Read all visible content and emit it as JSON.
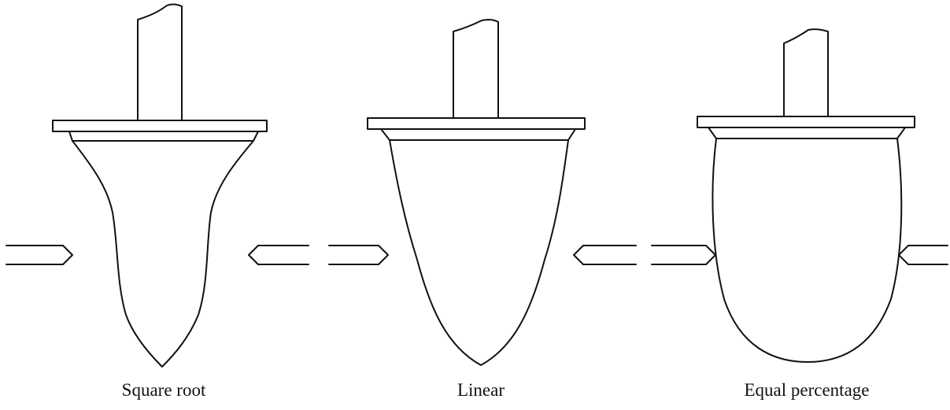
{
  "plugs": [
    {
      "label": "Square root"
    },
    {
      "label": "Linear"
    },
    {
      "label": "Equal percentage"
    }
  ]
}
